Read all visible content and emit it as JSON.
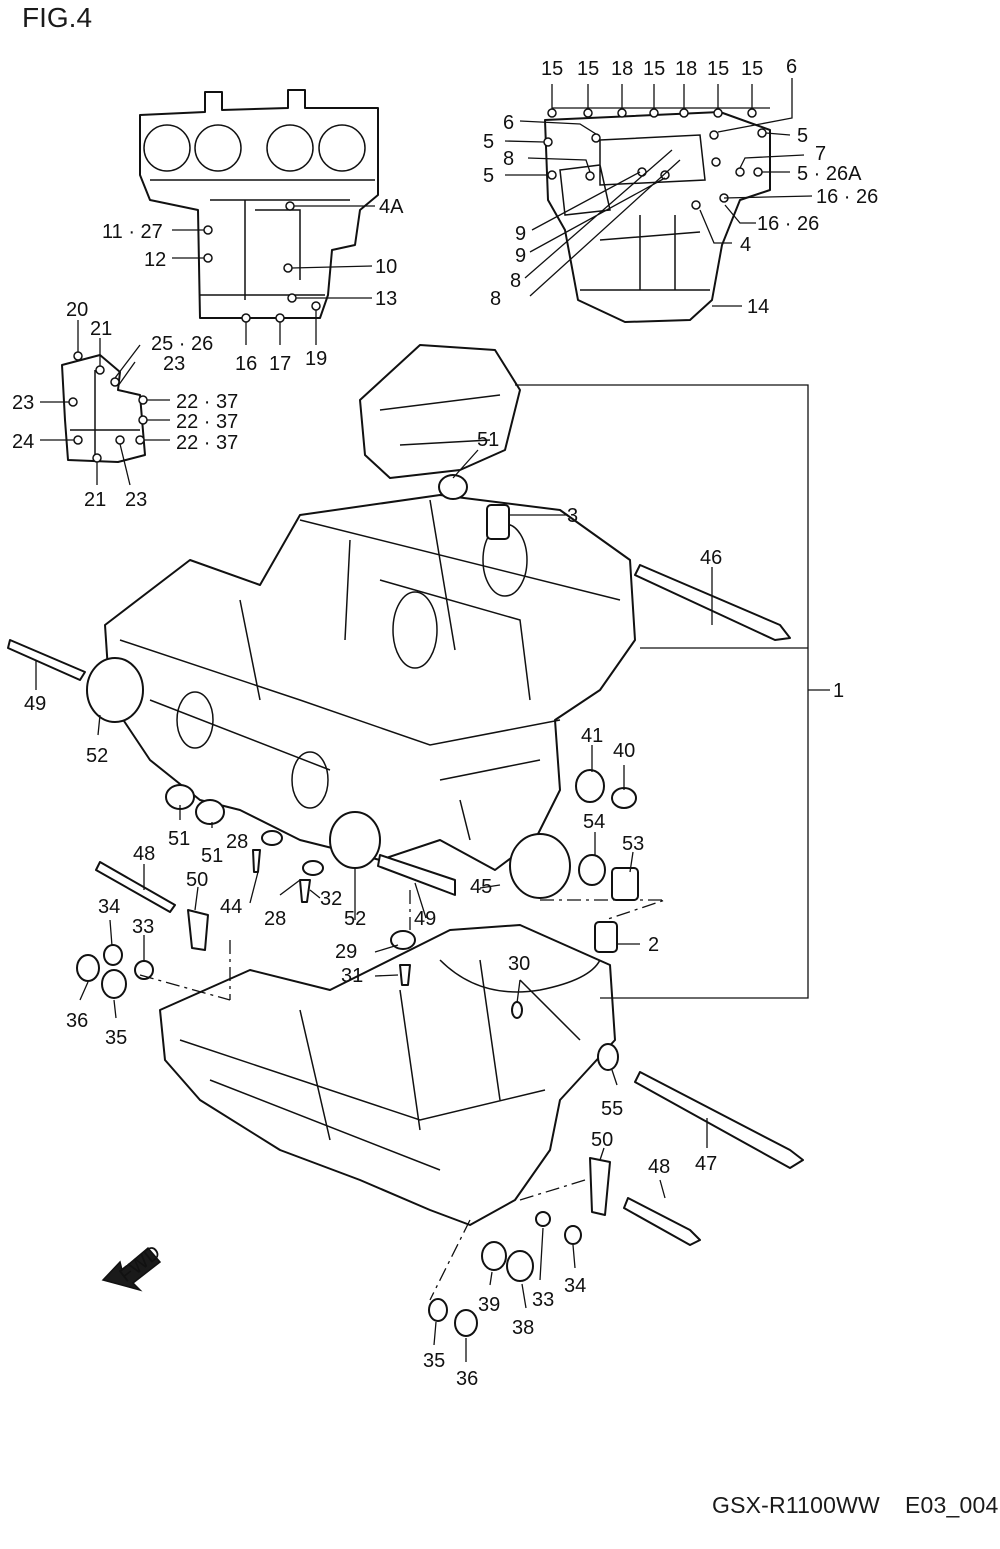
{
  "figure": {
    "title": "FIG.4",
    "model": "GSX-R1100WW",
    "code": "E03_004",
    "fwd_badge": "FWD"
  },
  "callouts": {
    "c1": "1",
    "c2": "2",
    "c3": "3",
    "c4": "4",
    "c4A": "4A",
    "c5a": "5",
    "c5b": "5",
    "c5c": "5",
    "c5_26A": "5 · 26A",
    "c6a": "6",
    "c6b": "6",
    "c7": "7",
    "c8a": "8",
    "c8b": "8",
    "c8c": "8",
    "c9a": "9",
    "c9b": "9",
    "c10": "10",
    "c11_27": "11 · 27",
    "c12": "12",
    "c13": "13",
    "c14": "14",
    "c15a": "15",
    "c15b": "15",
    "c15c": "15",
    "c15d": "15",
    "c15e": "15",
    "c16": "16",
    "c16_26a": "16 · 26",
    "c16_26b": "16 · 26",
    "c17": "17",
    "c18a": "18",
    "c18b": "18",
    "c19": "19",
    "c20": "20",
    "c21a": "21",
    "c21b": "21",
    "c22_37a": "22 · 37",
    "c22_37b": "22 · 37",
    "c22_37c": "22 · 37",
    "c23a": "23",
    "c23b": "23",
    "c23c": "23",
    "c24": "24",
    "c25_26": "25 · 26",
    "c28a": "28",
    "c28b": "28",
    "c29": "29",
    "c30": "30",
    "c31": "31",
    "c32": "32",
    "c33a": "33",
    "c33b": "33",
    "c34a": "34",
    "c34b": "34",
    "c35a": "35",
    "c35b": "35",
    "c36a": "36",
    "c36b": "36",
    "c38": "38",
    "c39": "39",
    "c40": "40",
    "c41": "41",
    "c44": "44",
    "c45": "45",
    "c46": "46",
    "c47": "47",
    "c48a": "48",
    "c48b": "48",
    "c49a": "49",
    "c49b": "49",
    "c50a": "50",
    "c50b": "50",
    "c51a": "51",
    "c51b": "51",
    "c51c": "51",
    "c52a": "52",
    "c52b": "52",
    "c53": "53",
    "c54": "54",
    "c55": "55"
  }
}
